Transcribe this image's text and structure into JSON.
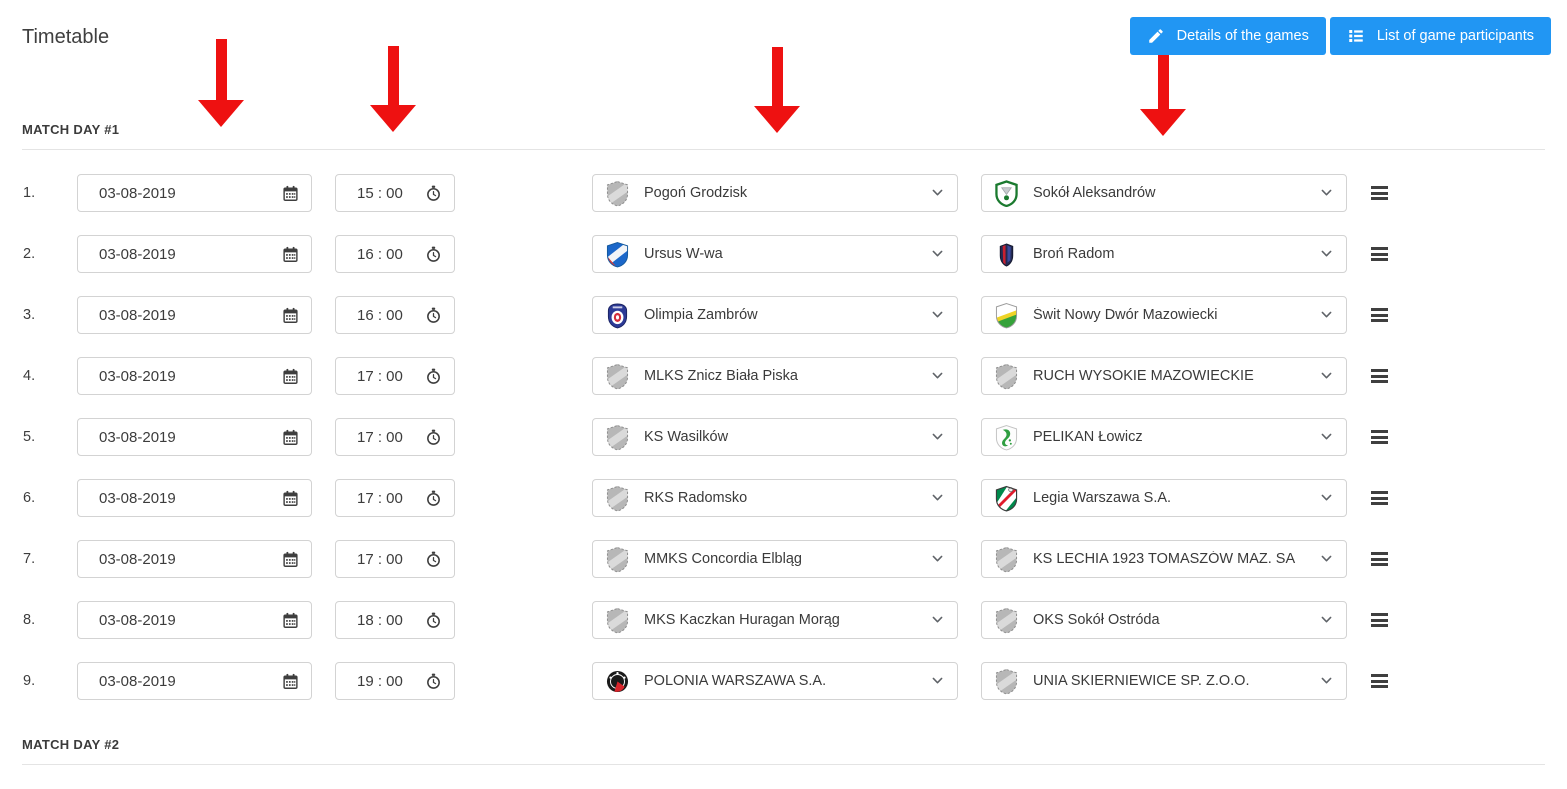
{
  "page": {
    "title": "Timetable"
  },
  "toolbar": {
    "accent_color": "#2196f3",
    "details_button": {
      "label": "Details of the games",
      "icon": "pencil-icon"
    },
    "participants_button": {
      "label": "List of game participants",
      "icon": "list-icon"
    }
  },
  "annotations": {
    "arrow_color": "#ee1111",
    "arrow_count": 4
  },
  "sections": [
    {
      "label": "MATCH DAY #1",
      "matches": [
        {
          "number": "1.",
          "date": "03-08-2019",
          "time": "15 : 00",
          "home": {
            "name": "Pogoń Grodzisk",
            "crest": "generic"
          },
          "away": {
            "name": "Sokół Aleksandrów",
            "crest": "sokol-aleksandrow"
          }
        },
        {
          "number": "2.",
          "date": "03-08-2019",
          "time": "16 : 00",
          "home": {
            "name": "Ursus W-wa",
            "crest": "ursus"
          },
          "away": {
            "name": "Broń Radom",
            "crest": "bron-radom"
          }
        },
        {
          "number": "3.",
          "date": "03-08-2019",
          "time": "16 : 00",
          "home": {
            "name": "Olimpia Zambrów",
            "crest": "olimpia-zambrow"
          },
          "away": {
            "name": "Świt Nowy Dwór Mazowiecki",
            "crest": "swit-nowy-dwor"
          }
        },
        {
          "number": "4.",
          "date": "03-08-2019",
          "time": "17 : 00",
          "home": {
            "name": "MLKS Znicz Biała Piska",
            "crest": "generic"
          },
          "away": {
            "name": "RUCH WYSOKIE MAZOWIECKIE",
            "crest": "generic"
          }
        },
        {
          "number": "5.",
          "date": "03-08-2019",
          "time": "17 : 00",
          "home": {
            "name": "KS Wasilków",
            "crest": "generic"
          },
          "away": {
            "name": "PELIKAN Łowicz",
            "crest": "pelikan-lowicz"
          }
        },
        {
          "number": "6.",
          "date": "03-08-2019",
          "time": "17 : 00",
          "home": {
            "name": "RKS Radomsko",
            "crest": "generic"
          },
          "away": {
            "name": "Legia Warszawa S.A.",
            "crest": "legia-warszawa"
          }
        },
        {
          "number": "7.",
          "date": "03-08-2019",
          "time": "17 : 00",
          "home": {
            "name": "MMKS Concordia Elbląg",
            "crest": "generic"
          },
          "away": {
            "name": "KS LECHIA 1923 TOMASZÓW MAZ. SA",
            "crest": "generic"
          }
        },
        {
          "number": "8.",
          "date": "03-08-2019",
          "time": "18 : 00",
          "home": {
            "name": "MKS Kaczkan Huragan Morąg",
            "crest": "generic"
          },
          "away": {
            "name": "OKS Sokół Ostróda",
            "crest": "generic"
          }
        },
        {
          "number": "9.",
          "date": "03-08-2019",
          "time": "19 : 00",
          "home": {
            "name": "POLONIA WARSZAWA S.A.",
            "crest": "polonia-warszawa"
          },
          "away": {
            "name": "UNIA SKIERNIEWICE SP. Z.O.O.",
            "crest": "generic"
          }
        }
      ]
    },
    {
      "label": "MATCH DAY #2",
      "matches": []
    }
  ]
}
